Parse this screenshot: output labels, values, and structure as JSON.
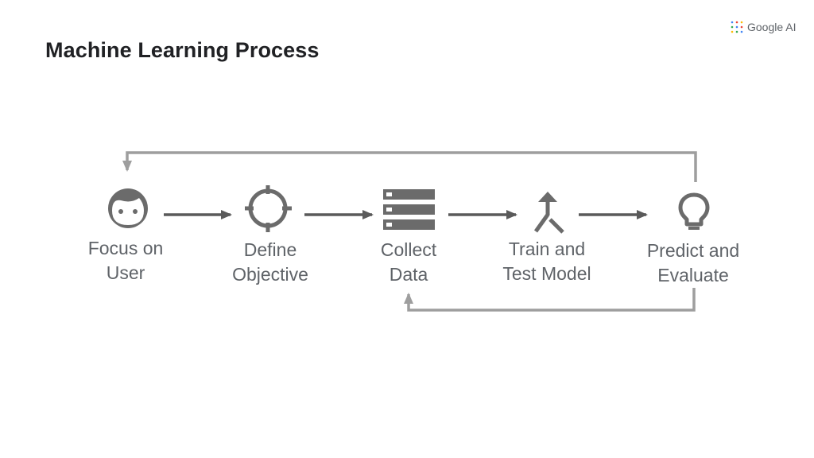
{
  "title": "Machine Learning Process",
  "logo": {
    "text": "Google AI",
    "icon": "google-ai-dots-icon"
  },
  "steps": [
    {
      "line1": "Focus on",
      "line2": "User",
      "icon": "face-icon"
    },
    {
      "line1": "Define",
      "line2": "Objective",
      "icon": "crosshair-icon"
    },
    {
      "line1": "Collect",
      "line2": "Data",
      "icon": "database-icon"
    },
    {
      "line1": "Train and",
      "line2": "Test Model",
      "icon": "merge-arrow-icon"
    },
    {
      "line1": "Predict and",
      "line2": "Evaluate",
      "icon": "lightbulb-icon"
    }
  ],
  "colors": {
    "icon": "#6b6b6b",
    "arrow": "#5a5a5a",
    "feedback": "#9e9e9e",
    "text": "#5f6368"
  }
}
